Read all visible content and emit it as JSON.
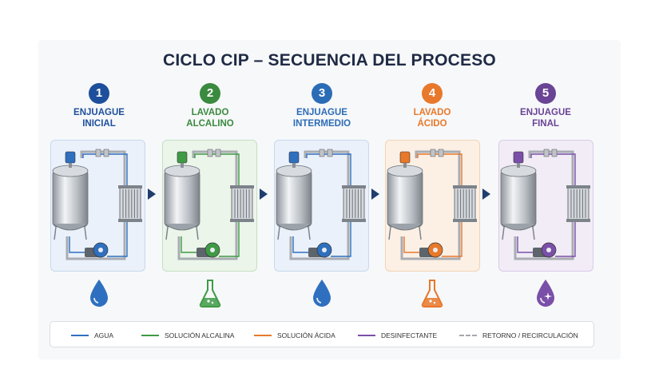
{
  "title": "CICLO CIP – SECUENCIA DEL PROCESO",
  "colors": {
    "agua": "#2f6fbf",
    "alcalina": "#3f9a45",
    "acida": "#e8782a",
    "desinfectante": "#7a4fa8",
    "retorno": "#a5a8ad",
    "arrow": "#1f3e6e"
  },
  "steps": [
    {
      "number": "1",
      "line1": "ENJUAGUE",
      "line2": "INICIAL",
      "color": "#1d4f9c",
      "panel_bg": "#eaf1fa",
      "panel_border": "#c7d8ee",
      "fluid": "#2f6fbf",
      "icon": "water-drop-icon"
    },
    {
      "number": "2",
      "line1": "LAVADO",
      "line2": "ALCALINO",
      "color": "#3a8a3f",
      "panel_bg": "#ebf5ea",
      "panel_border": "#c5e0c3",
      "fluid": "#3f9a45",
      "icon": "flask-icon"
    },
    {
      "number": "3",
      "line1": "ENJUAGUE",
      "line2": "INTERMEDIO",
      "color": "#2b6cb6",
      "panel_bg": "#eaf1fa",
      "panel_border": "#c7d8ee",
      "fluid": "#2f6fbf",
      "icon": "water-drop-icon"
    },
    {
      "number": "4",
      "line1": "LAVADO",
      "line2": "ÁCIDO",
      "color": "#e8782a",
      "panel_bg": "#fcf0e5",
      "panel_border": "#f2d3b5",
      "fluid": "#e8782a",
      "icon": "flask-icon"
    },
    {
      "number": "5",
      "line1": "ENJUAGUE",
      "line2": "FINAL",
      "color": "#6a4495",
      "panel_bg": "#f1ecf6",
      "panel_border": "#d9cbe7",
      "fluid": "#7a4fa8",
      "icon": "sparkle-drop-icon"
    }
  ],
  "legend": [
    {
      "label": "AGUA",
      "color": "#2f6fbf",
      "style": "solid"
    },
    {
      "label": "SOLUCIÓN ALCALINA",
      "color": "#3f9a45",
      "style": "solid"
    },
    {
      "label": "SOLUCIÓN ÁCIDA",
      "color": "#e8782a",
      "style": "solid"
    },
    {
      "label": "DESINFECTANTE",
      "color": "#7a4fa8",
      "style": "solid"
    },
    {
      "label": "RETORNO / RECIRCULACIÓN",
      "color": "#a5a8ad",
      "style": "dashed"
    }
  ]
}
